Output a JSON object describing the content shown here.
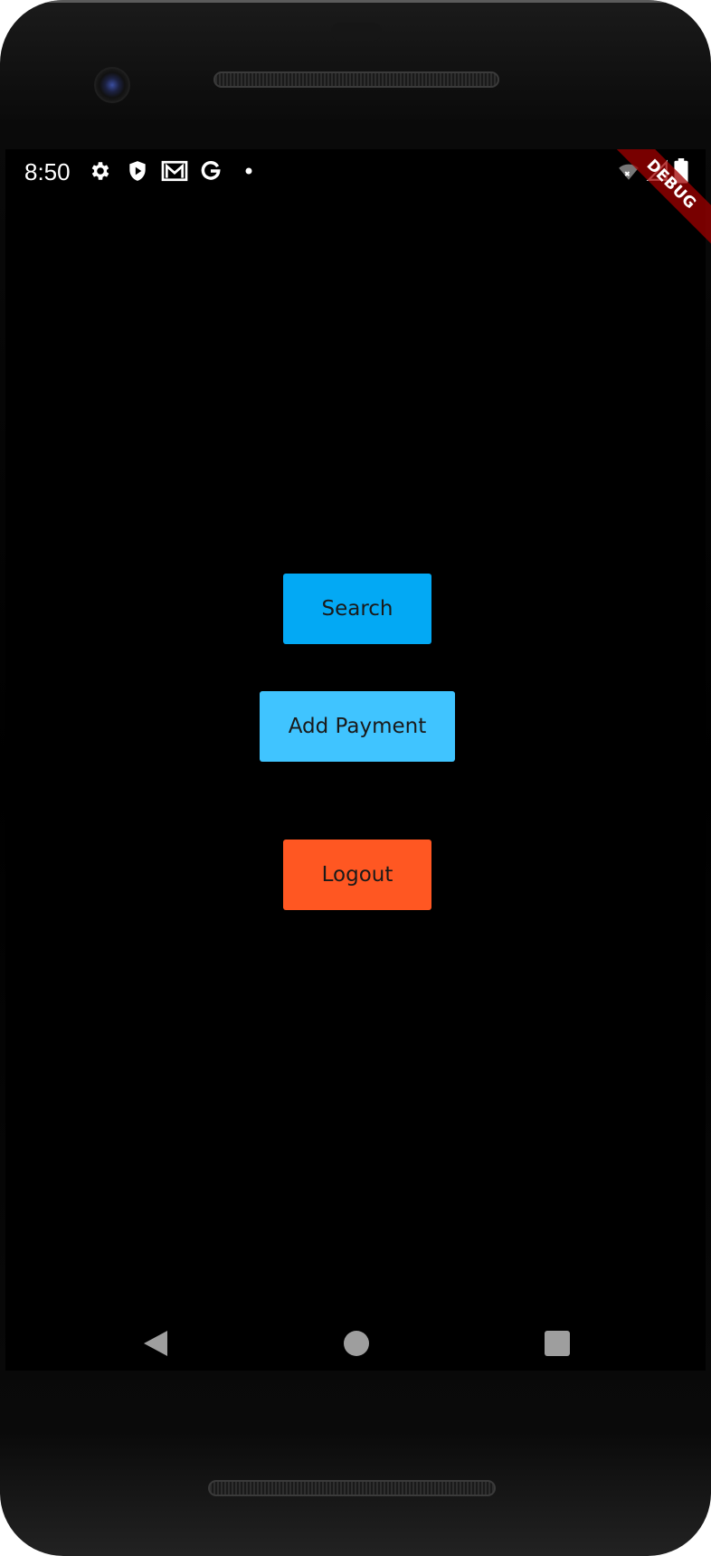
{
  "status_bar": {
    "time": "8:50",
    "left_icons": [
      "gear-icon",
      "shield-play-icon",
      "gmail-icon",
      "google-icon",
      "dot-icon"
    ],
    "right_icons": [
      "wifi-off-icon",
      "cell-signal-icon",
      "battery-icon"
    ]
  },
  "debug_banner": {
    "label": "DEBUG",
    "color": "#a00000"
  },
  "buttons": {
    "search_label": "Search",
    "add_payment_label": "Add Payment",
    "logout_label": "Logout"
  },
  "colors": {
    "search": "#03a9f4",
    "add_payment": "#40c4ff",
    "logout": "#ff5722",
    "background": "#000000"
  },
  "nav_bar": {
    "items": [
      "back-icon",
      "home-icon",
      "recents-icon"
    ]
  }
}
